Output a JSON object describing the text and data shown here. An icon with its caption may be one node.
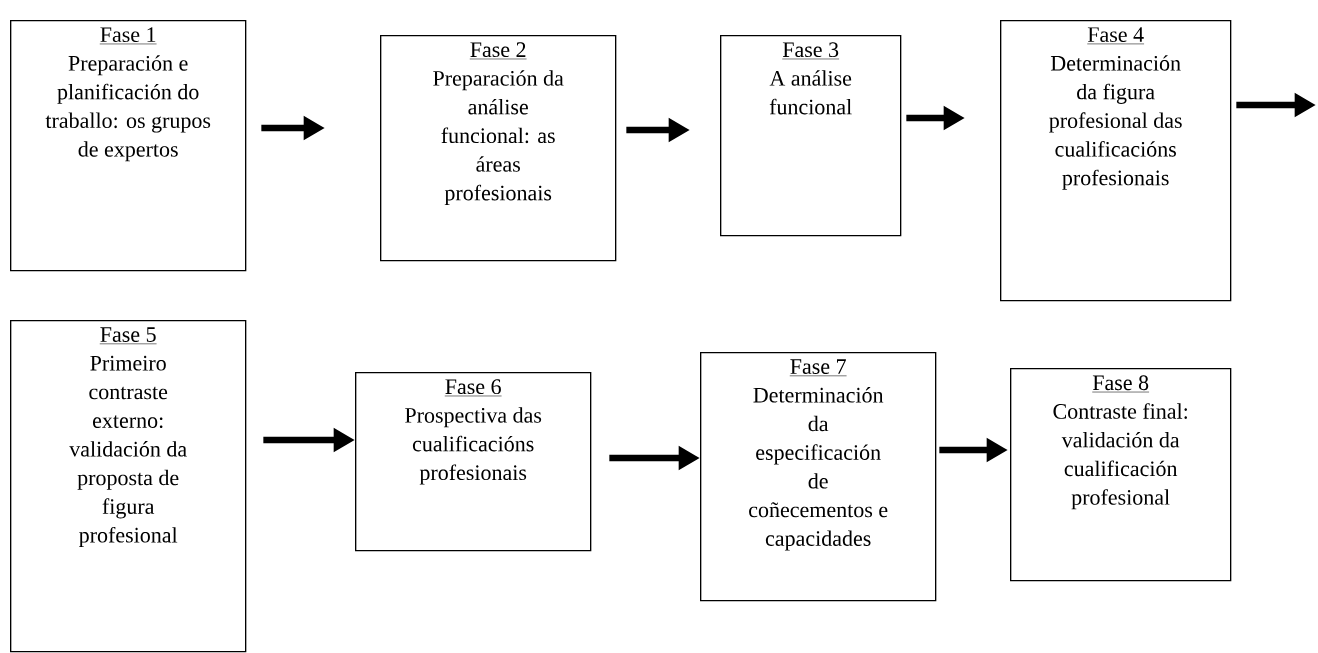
{
  "diagram": {
    "nodes": [
      {
        "text": [
          "Fase 1",
          "Preparación e planificación do traballo: os grupos de expertos"
        ]
      },
      {
        "text": [
          "Fase 2",
          "Preparación da análise funcional: as áreas profesionais"
        ]
      },
      {
        "text": [
          "Fase 3",
          "A análise funcional"
        ]
      },
      {
        "text": [
          "Fase 4",
          "Determinación da figura profesional das cualificacións profesionais"
        ]
      },
      {
        "text": [
          "Fase 5",
          "Primeiro contraste externo: validación da proposta de figura profesional"
        ]
      },
      {
        "text": [
          "Fase 6",
          "Prospectiva das cualificacións profesionais"
        ]
      },
      {
        "text": [
          "Fase 7",
          "Determinación da especificación de coñecementos e capacidades"
        ]
      },
      {
        "text": [
          "Fase 8",
          "Contraste final: validación da cualificación profesional"
        ]
      }
    ],
    "edges": [
      {
        "from": 0,
        "to": 1,
        "arrow": "to"
      },
      {
        "from": 1,
        "to": 2,
        "arrow": "to"
      },
      {
        "from": 2,
        "to": 3,
        "arrow": "to"
      },
      {
        "from": 3,
        "to": null,
        "arrow": "to"
      },
      {
        "from": 4,
        "to": 5,
        "arrow": "to"
      },
      {
        "from": 5,
        "to": 6,
        "arrow": "to"
      },
      {
        "from": 6,
        "to": 7,
        "arrow": "to"
      }
    ]
  }
}
